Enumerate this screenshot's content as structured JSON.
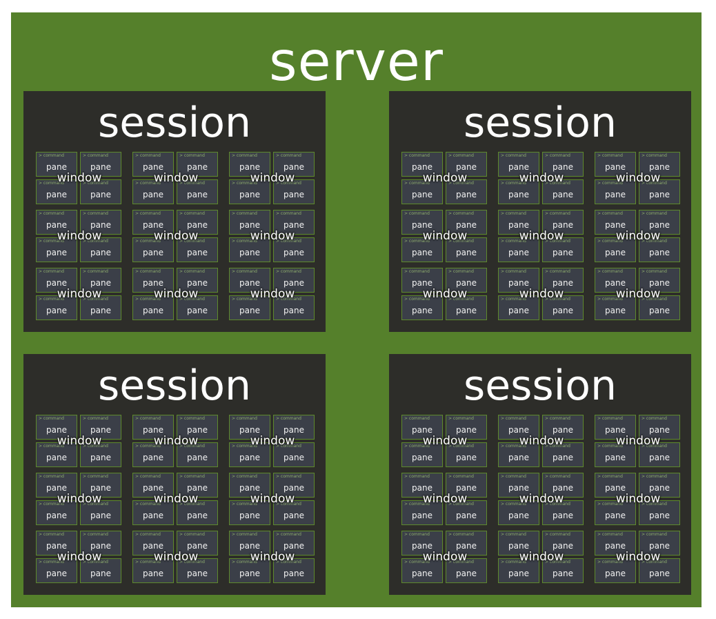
{
  "server": {
    "label": "server"
  },
  "session_label": "session",
  "window_label": "window",
  "pane_label": "pane",
  "pane_command": "> command",
  "colors": {
    "server_bg": "#55802b",
    "session_bg": "#2d2d29",
    "pane_bg": "#3b3f48",
    "pane_border": "#5e8a2c",
    "text": "#ffffff"
  },
  "structure": {
    "sessions": 4,
    "windows_per_session": 9,
    "panes_per_window": 4
  }
}
